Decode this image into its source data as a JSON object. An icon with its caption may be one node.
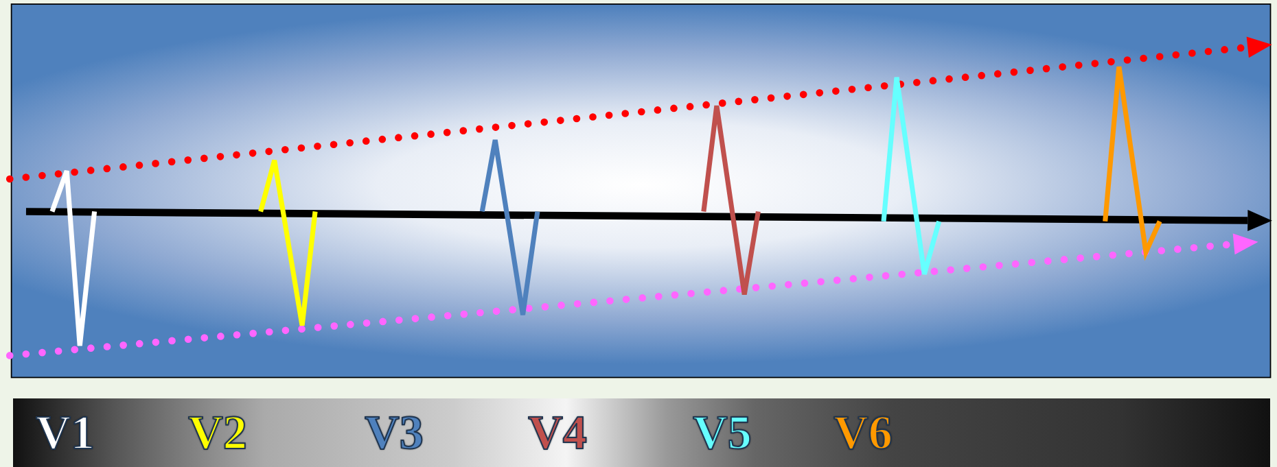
{
  "diagram": {
    "labels": [
      "V1",
      "V2",
      "V3",
      "V4",
      "V5",
      "V6"
    ]
  }
}
